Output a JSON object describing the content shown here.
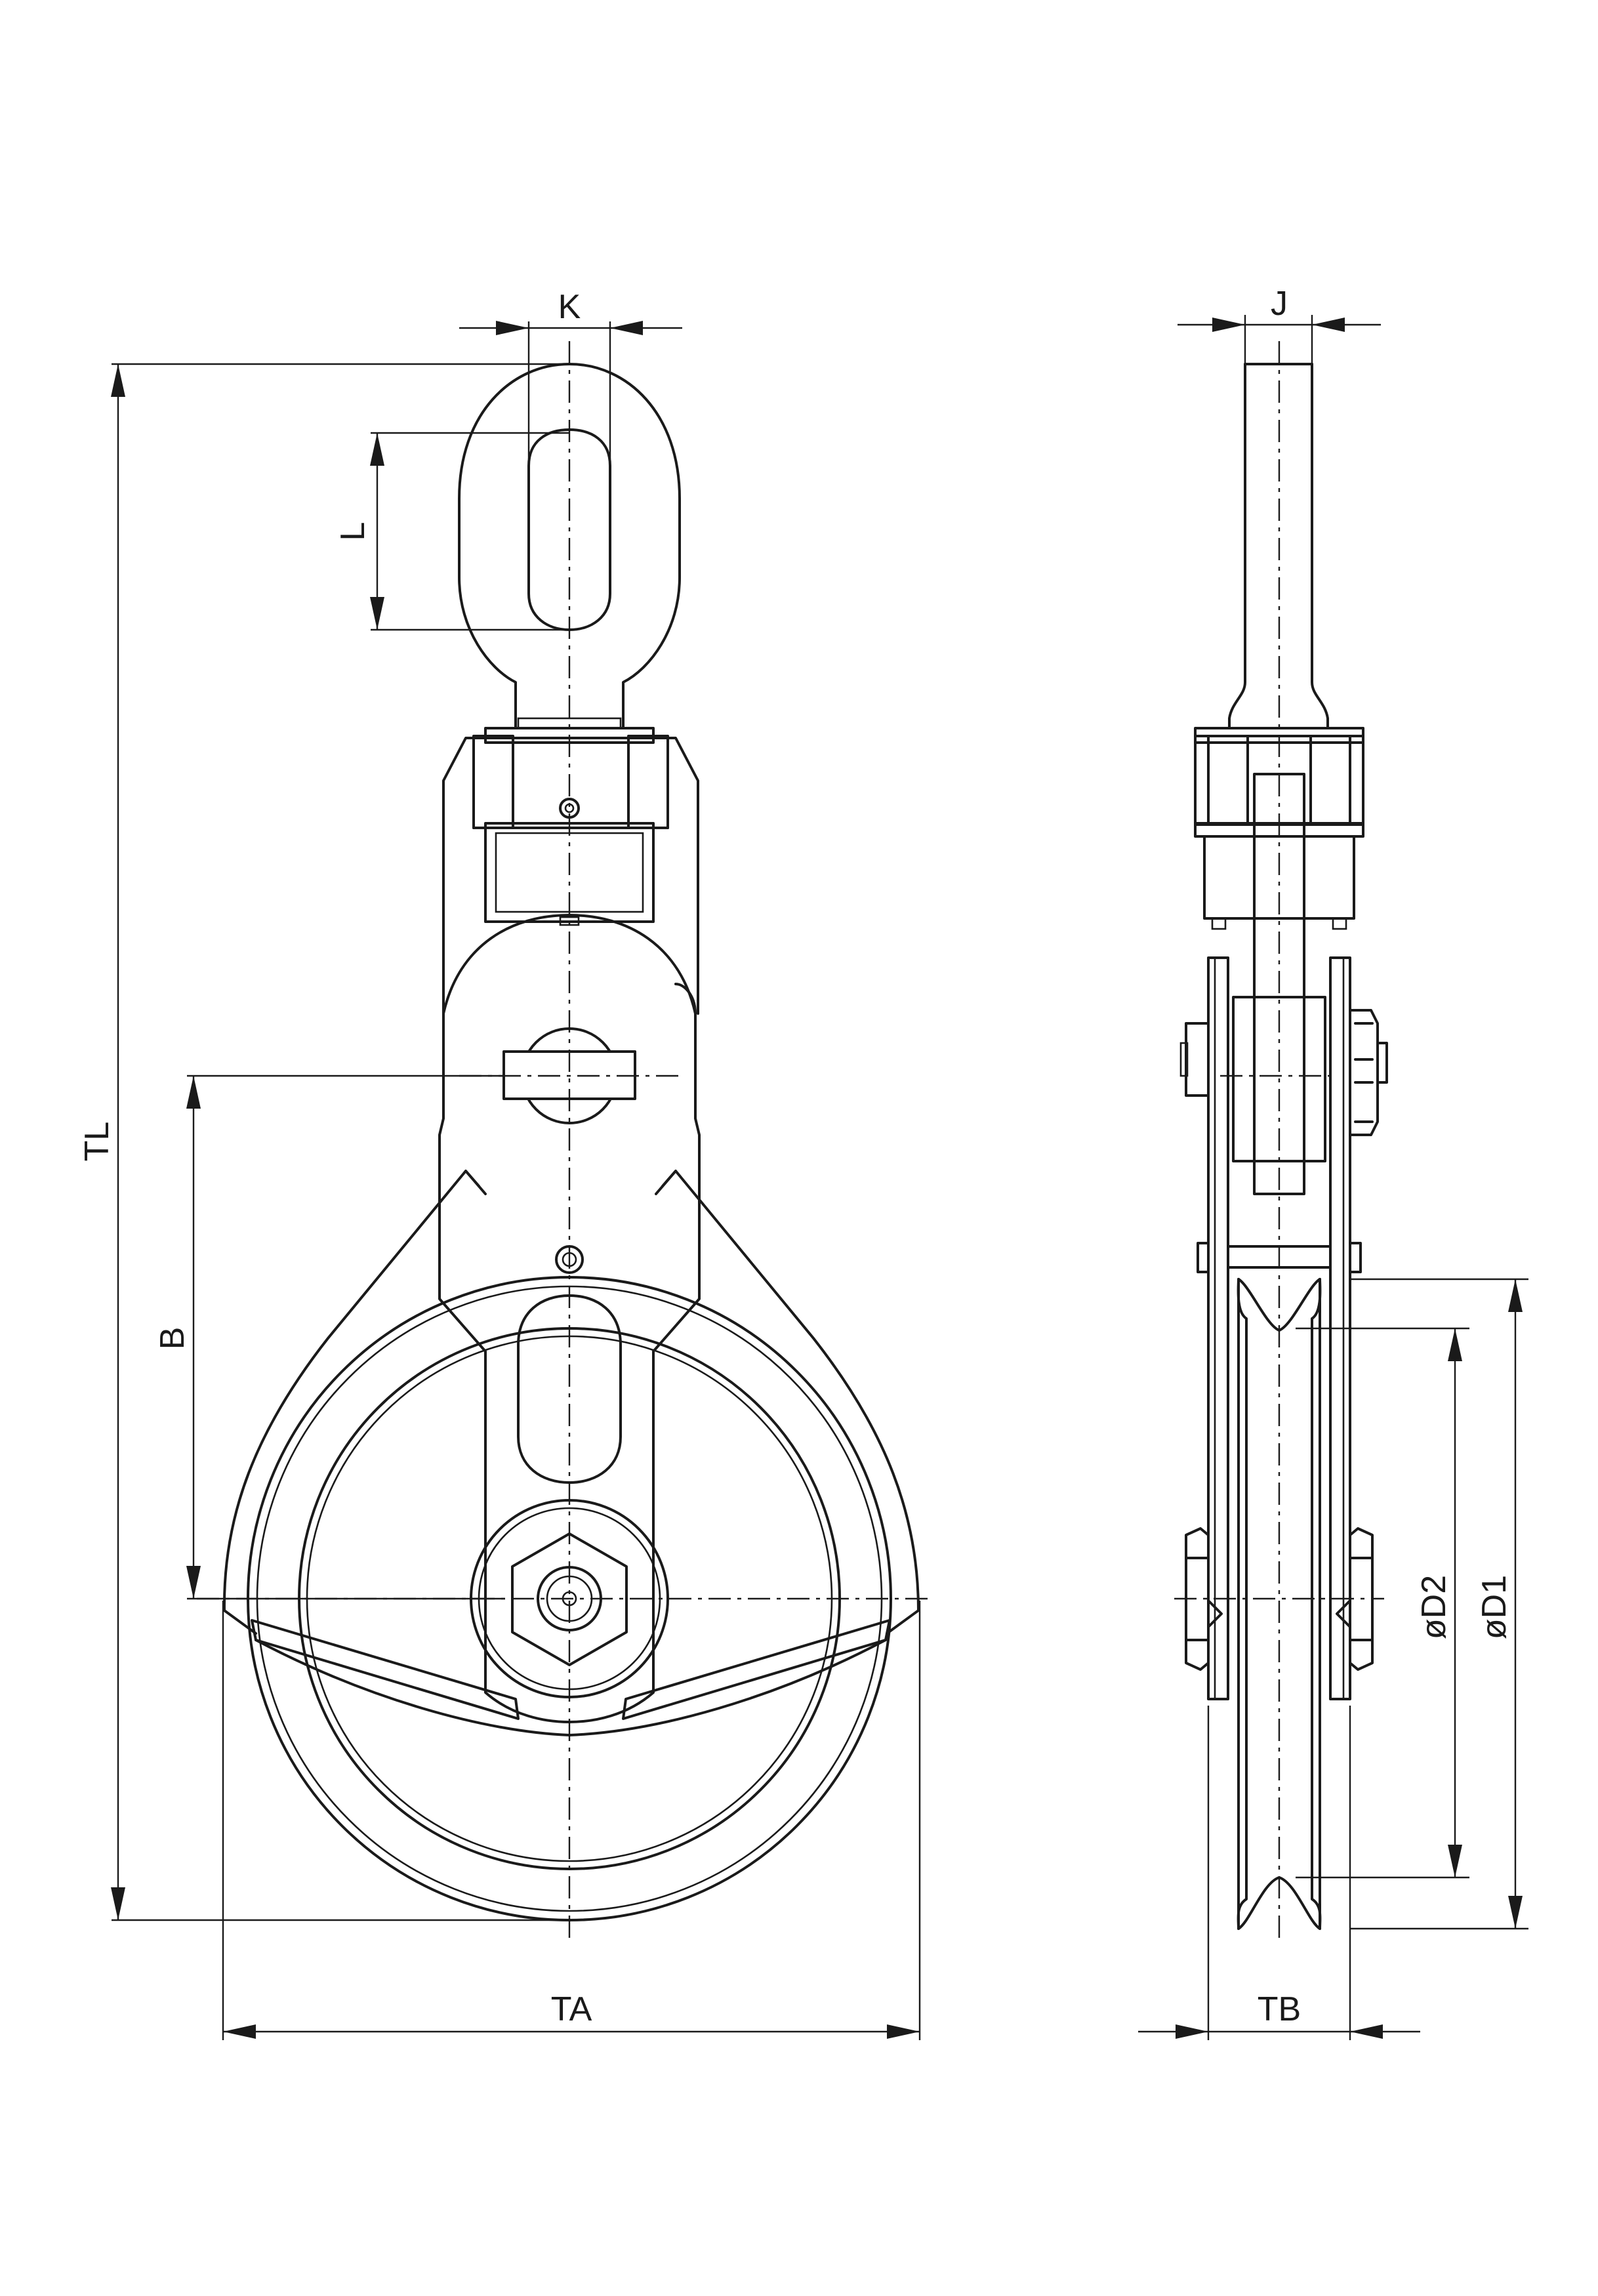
{
  "labels": {
    "K": "K",
    "L": "L",
    "TL": "TL",
    "B": "B",
    "TA": "TA",
    "J": "J",
    "TB": "TB",
    "D2": "øD2",
    "D1": "øD1"
  }
}
